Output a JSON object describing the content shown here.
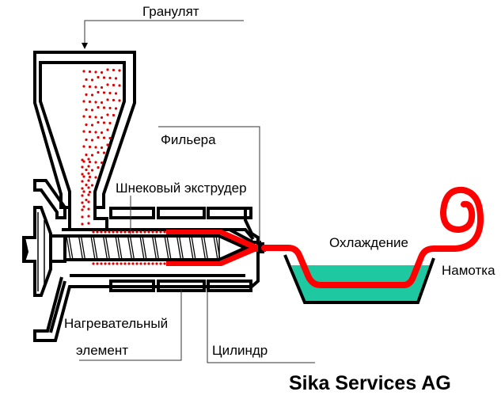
{
  "diagram": {
    "title": "Схема экструзионной линии",
    "colors": {
      "melt": "#ff0000",
      "granules": "#e00000",
      "coolant": "#1ec8a0",
      "outline": "#000000"
    },
    "labels": {
      "granulate": "Гранулят",
      "die": "Фильера",
      "screw_extruder": "Шнековый экструдер",
      "heating_element_line1": "Нагревательный",
      "heating_element_line2": "элемент",
      "cylinder": "Цилиндр",
      "cooling": "Охлаждение",
      "winding": "Намотка"
    },
    "credit": "Sika Services AG"
  }
}
